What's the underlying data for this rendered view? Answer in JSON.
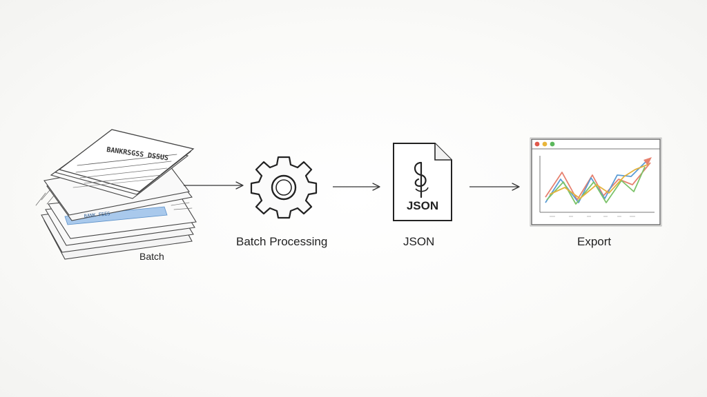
{
  "nodes": {
    "batch": {
      "label": "Batch",
      "doc_heading": "BANKRSGSS DSSUS",
      "doc_stamp": "BANK FEES"
    },
    "processing": {
      "label": "Batch Processing",
      "icon": "gear-icon"
    },
    "json": {
      "label": "JSON",
      "file_text": "JSON",
      "icon": "json-file-icon"
    },
    "export": {
      "label": "Export",
      "icon": "chart-window-icon"
    }
  },
  "window_buttons": {
    "close": "#e0584a",
    "minimize": "#e8b53a",
    "maximize": "#5bb85c"
  },
  "series_colors": [
    "#e6816f",
    "#5a9bd4",
    "#7cc36a",
    "#e3b23c"
  ]
}
